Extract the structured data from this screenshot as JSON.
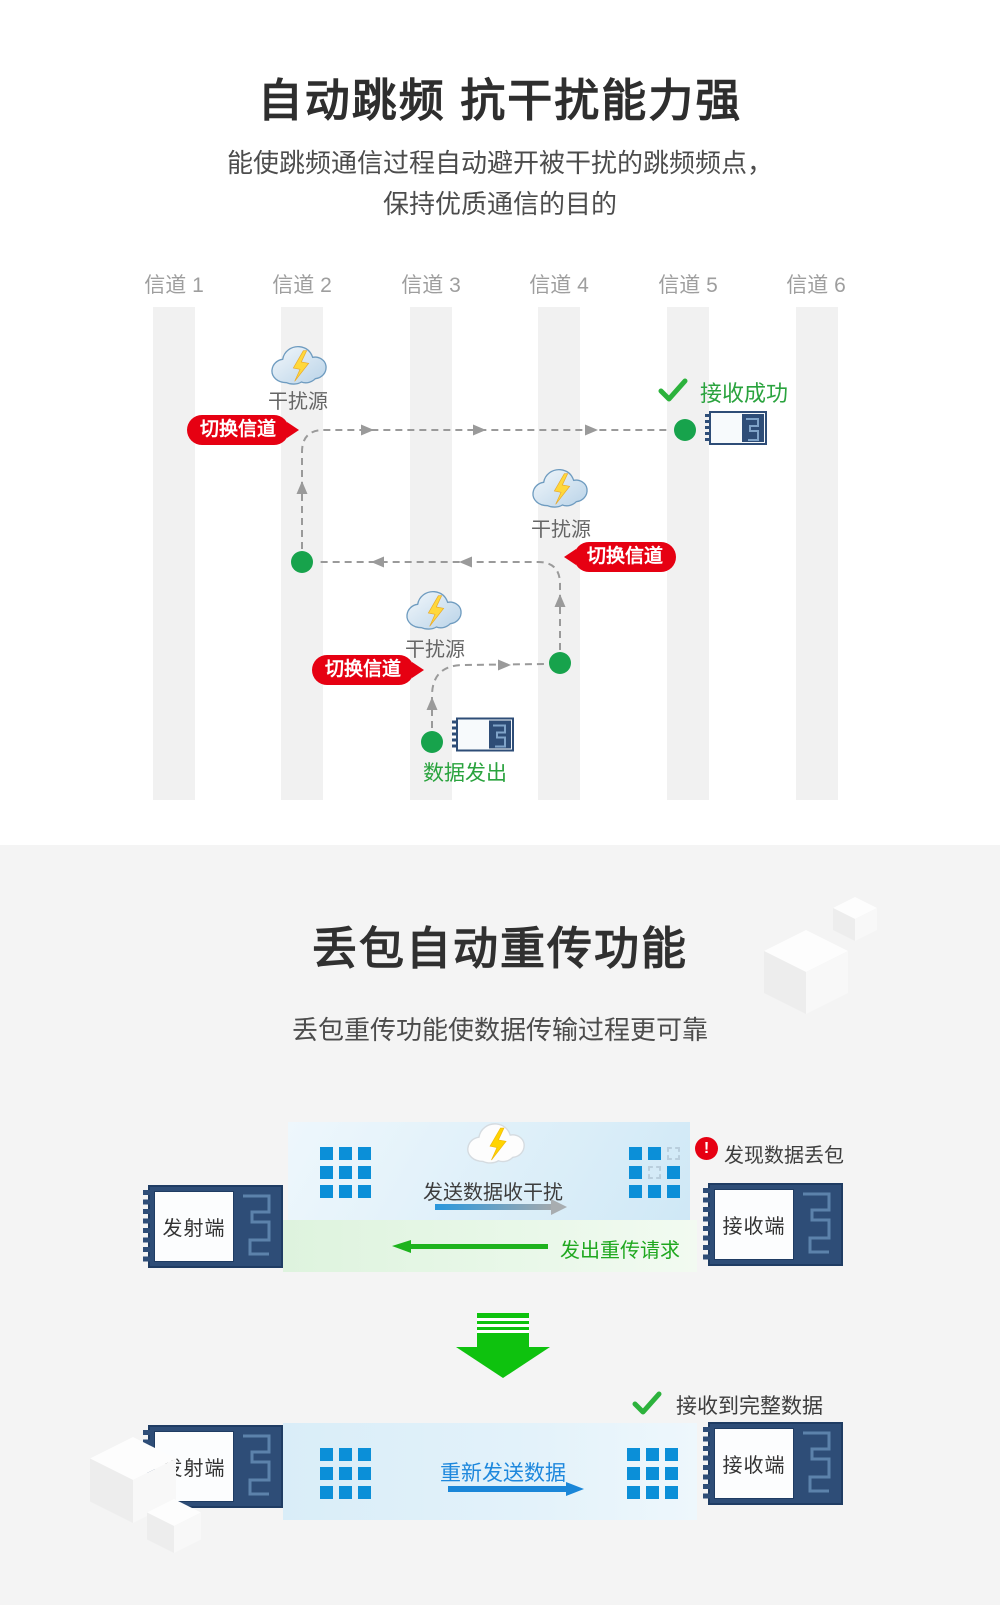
{
  "section1": {
    "title": "自动跳频 抗干扰能力强",
    "subtitle1": "能使跳频通信过程自动避开被干扰的跳频频点，",
    "subtitle2": "保持优质通信的目的",
    "channels": [
      "信道 1",
      "信道 2",
      "信道 3",
      "信道 4",
      "信道 5",
      "信道 6"
    ],
    "interference_label": "干扰源",
    "switch_channel": "切换信道",
    "receive_success": "接收成功",
    "data_sent": "数据发出"
  },
  "section2": {
    "title": "丢包自动重传功能",
    "subtitle": "丢包重传功能使数据传输过程更可靠",
    "transmitter": "发射端",
    "receiver": "接收端",
    "send_interference": "发送数据收干扰",
    "exclamation": "!",
    "packet_loss": "发现数据丢包",
    "retransmit_request": "发出重传请求",
    "resend_data": "重新发送数据",
    "complete_received": "接收到完整数据"
  },
  "icons": {
    "interference": "cloud-lightning-icon",
    "success": "check-icon",
    "error": "exclamation-icon",
    "flow": "big-down-arrow-icon"
  },
  "colors": {
    "badge_red": "#e60012",
    "dot_green": "#17a34c",
    "text_green": "#2aa33e",
    "arrow_green": "#0ec20e",
    "grid_blue": "#0b8fd8",
    "module_navy": "#2e4d77",
    "text_blue": "#1e88dd",
    "channel_bar": "#f1f1f1",
    "section2_bg": "#f4f4f4"
  }
}
